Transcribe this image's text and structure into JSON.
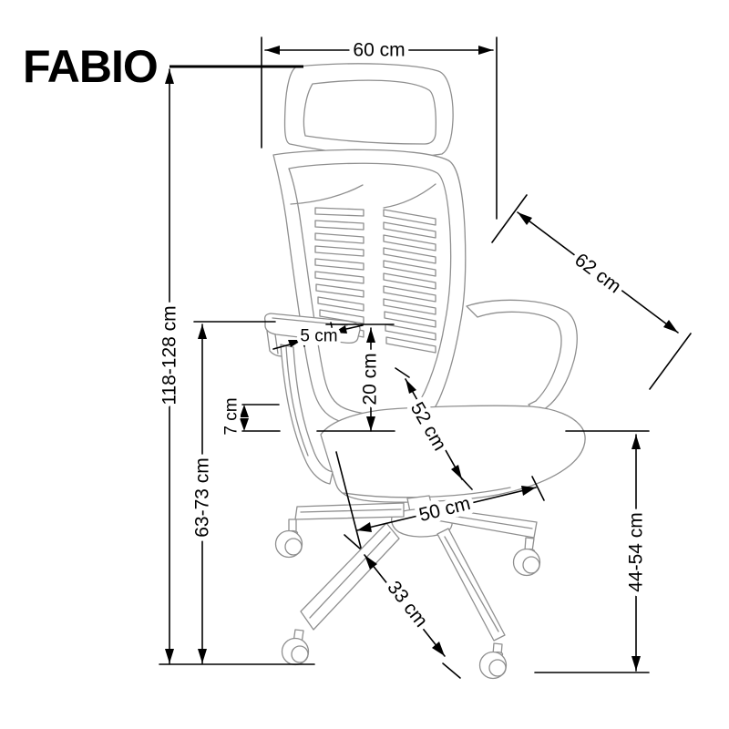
{
  "title": "FABIO",
  "labels": {
    "dim_60": "60 cm",
    "dim_62": "62 cm",
    "dim_118_128": "118-128 cm",
    "dim_63_73": "63-73 cm",
    "dim_7": "7 cm",
    "dim_5": "5 cm",
    "dim_20": "20 cm",
    "dim_52": "52 cm",
    "dim_50": "50 cm",
    "dim_33": "33 cm",
    "dim_44_54": "44-54 cm"
  },
  "colors": {
    "dimension_line": "#000000",
    "chair_line": "#8f8f8f",
    "background": "#ffffff",
    "title_text": "#000000"
  }
}
